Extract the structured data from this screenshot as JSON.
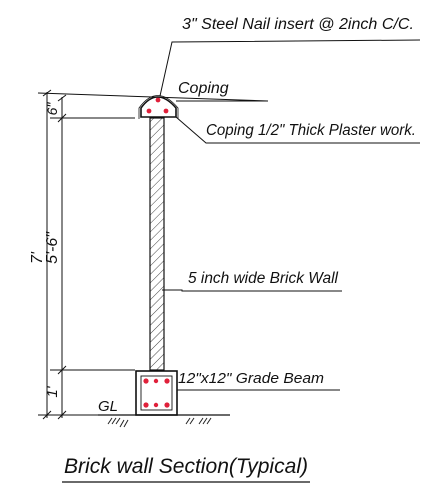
{
  "labels": {
    "steel_nail": "3\" Steel Nail insert @ 2inch C/C.",
    "coping": "Coping",
    "coping_plaster": "Coping 1/2\" Thick Plaster work.",
    "brick_wall": "5 inch wide Brick Wall",
    "grade_beam": "12\"x12\" Grade Beam",
    "gl": "GL",
    "title": "Brick wall Section(Typical)"
  },
  "dimensions": {
    "total": "7'",
    "coping_height": "6\"",
    "wall_height": "5'-6\"",
    "beam_height": "1'"
  },
  "colors": {
    "line": "#111111",
    "rebar": "#e0203a"
  }
}
